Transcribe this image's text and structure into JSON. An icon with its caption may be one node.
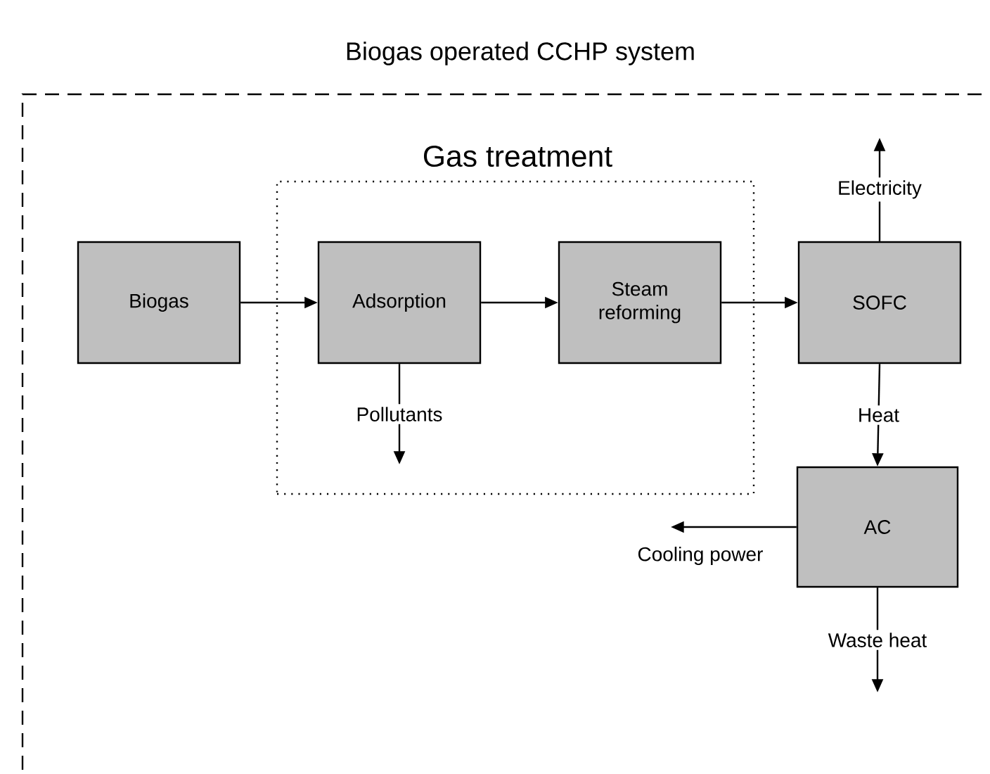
{
  "diagram": {
    "nodes": [
      {
        "text": [
          "Biogas operated CCHP system"
        ]
      },
      {
        "text": [
          "Gas treatment"
        ],
        "in": 0
      },
      {
        "text": [
          "Biogas"
        ],
        "in": 0
      },
      {
        "text": [
          "Adsorption"
        ],
        "in": 1
      },
      {
        "text": [
          "Steam reforming"
        ],
        "in": 1
      },
      {
        "text": [
          "SOFC"
        ],
        "in": 0
      },
      {
        "text": [
          "AC"
        ],
        "in": 0
      }
    ],
    "edges": [
      {
        "from": 2,
        "to": 3,
        "arrow": "to"
      },
      {
        "from": 3,
        "to": 4,
        "arrow": "to"
      },
      {
        "from": 4,
        "to": 5,
        "arrow": "to"
      },
      {
        "from": 5,
        "to": null,
        "label": "Electricity",
        "arrow": "to"
      },
      {
        "from": 3,
        "to": null,
        "label": "Pollutants",
        "arrow": "to"
      },
      {
        "from": 5,
        "to": 6,
        "label": "Heat",
        "arrow": "to"
      },
      {
        "from": 6,
        "to": null,
        "label": "Cooling power",
        "arrow": "to"
      },
      {
        "from": 6,
        "to": null,
        "label": "Waste heat",
        "arrow": "to"
      }
    ]
  }
}
